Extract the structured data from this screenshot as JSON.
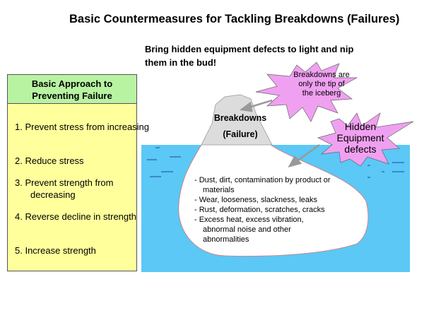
{
  "title": "Basic Countermeasures for Tackling Breakdowns (Failures)",
  "subtitle": "Bring hidden equipment defects to light and nip them in the bud!",
  "approach": {
    "header": "Basic Approach to Preventing Failure",
    "items": [
      "1.  Prevent stress from increasing",
      "2.  Reduce stress",
      "3.  Prevent strength from decreasing",
      "4.  Reverse decline in strength",
      "5.  Increase strength"
    ]
  },
  "iceberg": {
    "tip_line1": "Breakdowns",
    "tip_line2": "(Failure)",
    "hidden": [
      "- Dust, dirt, contamination by product or materials",
      "- Wear, looseness, slackness, leaks",
      "- Rust, deformation, scratches, cracks",
      "- Excess heat, excess vibration, abnormal noise and other abnormalities"
    ]
  },
  "callouts": {
    "tip": "Breakdowns are only the tip of the iceberg",
    "hidden": "Hidden Equipment defects"
  },
  "colors": {
    "water": "#5bc8f6",
    "callout": "#f0a0f0",
    "header": "#b8f3a2",
    "box": "#ffff9c"
  }
}
